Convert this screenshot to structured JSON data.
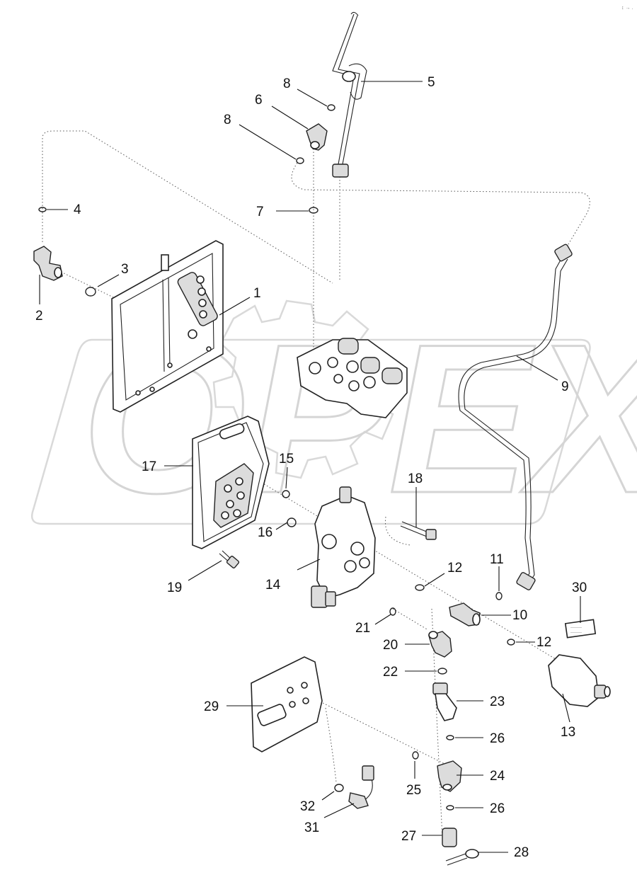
{
  "watermark": {
    "text": "OPEX"
  },
  "corner_mark": "↕ → .",
  "label_card": {
    "lines": [
      "————",
      "————"
    ]
  },
  "callouts": [
    {
      "id": "1",
      "text": "1"
    },
    {
      "id": "2",
      "text": "2"
    },
    {
      "id": "3",
      "text": "3"
    },
    {
      "id": "4",
      "text": "4"
    },
    {
      "id": "5",
      "text": "5"
    },
    {
      "id": "6",
      "text": "6"
    },
    {
      "id": "7",
      "text": "7"
    },
    {
      "id": "8a",
      "text": "8"
    },
    {
      "id": "8b",
      "text": "8"
    },
    {
      "id": "9",
      "text": "9"
    },
    {
      "id": "10",
      "text": "10"
    },
    {
      "id": "11",
      "text": "11"
    },
    {
      "id": "12a",
      "text": "12"
    },
    {
      "id": "12b",
      "text": "12"
    },
    {
      "id": "13",
      "text": "13"
    },
    {
      "id": "14",
      "text": "14"
    },
    {
      "id": "15",
      "text": "15"
    },
    {
      "id": "16",
      "text": "16"
    },
    {
      "id": "17",
      "text": "17"
    },
    {
      "id": "18",
      "text": "18"
    },
    {
      "id": "19",
      "text": "19"
    },
    {
      "id": "20",
      "text": "20"
    },
    {
      "id": "21",
      "text": "21"
    },
    {
      "id": "22",
      "text": "22"
    },
    {
      "id": "23",
      "text": "23"
    },
    {
      "id": "24",
      "text": "24"
    },
    {
      "id": "25",
      "text": "25"
    },
    {
      "id": "26a",
      "text": "26"
    },
    {
      "id": "26b",
      "text": "26"
    },
    {
      "id": "27",
      "text": "27"
    },
    {
      "id": "28",
      "text": "28"
    },
    {
      "id": "29",
      "text": "29"
    },
    {
      "id": "30",
      "text": "30"
    },
    {
      "id": "31",
      "text": "31"
    },
    {
      "id": "32",
      "text": "32"
    }
  ]
}
